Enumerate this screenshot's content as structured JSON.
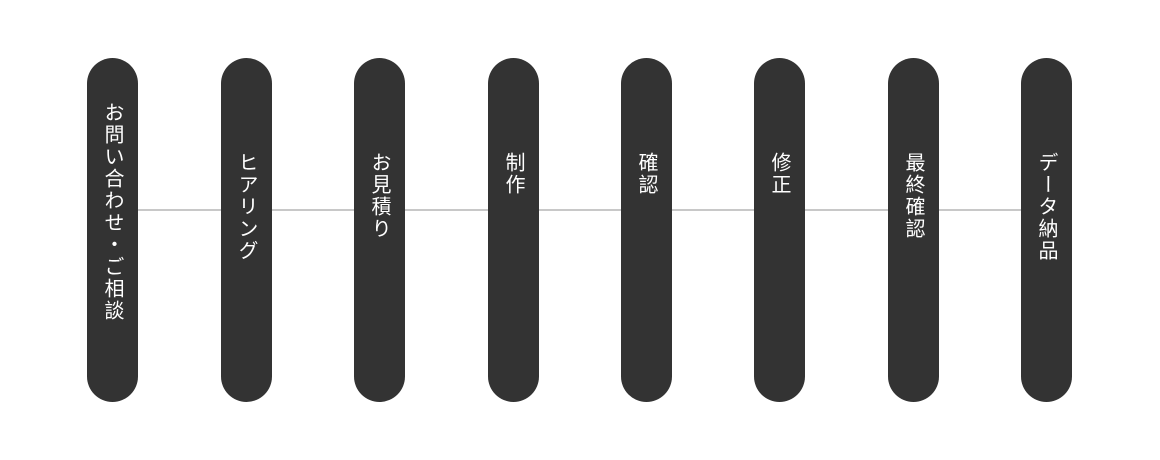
{
  "steps": [
    {
      "label": "お問い合わせ・ご相談"
    },
    {
      "label": "ヒアリング"
    },
    {
      "label": "お見積り"
    },
    {
      "label": "制作"
    },
    {
      "label": "確認"
    },
    {
      "label": "修正"
    },
    {
      "label": "最終確認"
    },
    {
      "label": "データ納品"
    }
  ]
}
